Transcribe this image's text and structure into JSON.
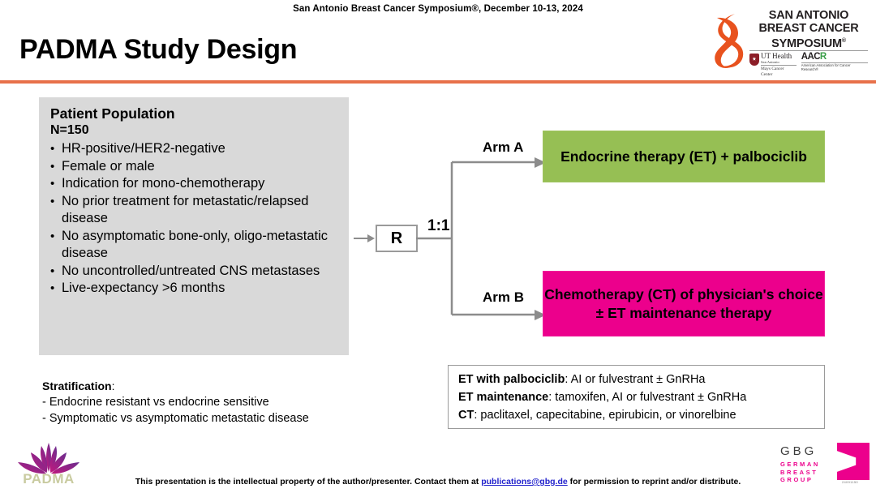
{
  "header": {
    "symposium_line": "San Antonio Breast Cancer Symposium®, December 10-13, 2024",
    "title": "PADMA Study Design",
    "divider_color": "#E8714A",
    "logo": {
      "line1": "SAN ANTONIO",
      "line2": "BREAST CANCER",
      "line3": "SYMPOSIUM",
      "registered_mark": "®",
      "ut_health": "UT Health",
      "ut_sub1": "San Antonio",
      "ut_sub2": "Mays Cancer Center",
      "aacr": "AACR",
      "aacr_sub": "American Association for Cancer Research®"
    }
  },
  "population": {
    "title": "Patient Population",
    "n": "N=150",
    "criteria": [
      "HR-positive/HER2-negative",
      "Female or male",
      "Indication for mono-chemotherapy",
      "No prior treatment for metastatic/relapsed disease",
      "No asymptomatic bone-only, oligo-metastatic disease",
      "No uncontrolled/untreated CNS metastases",
      "Live-expectancy >6 months"
    ],
    "background_color": "#D9D9D9"
  },
  "randomization": {
    "node_label": "R",
    "ratio": "1:1",
    "arm_a_label": "Arm A",
    "arm_b_label": "Arm B"
  },
  "arms": {
    "a": {
      "text": "Endocrine therapy (ET) + palbociclib",
      "color": "#96BF54"
    },
    "b": {
      "text": "Chemotherapy (CT) of physician's choice ± ET maintenance therapy",
      "color": "#EC008C"
    }
  },
  "stratification": {
    "heading": "Stratification",
    "heading_suffix": ":",
    "items": [
      "- Endocrine resistant vs endocrine sensitive",
      "- Symptomatic vs asymptomatic metastatic disease"
    ]
  },
  "legend": {
    "lines": [
      {
        "label": "ET with palbociclib",
        "value": ": AI or fulvestrant ± GnRHa"
      },
      {
        "label": "ET maintenance",
        "value": ": tamoxifen, AI or fulvestrant ± GnRHa"
      },
      {
        "label": "CT",
        "value": ": paclitaxel, capecitabine, epirubicin, or vinorelbine"
      }
    ]
  },
  "footer": {
    "padma_word": "PADMA",
    "text_before": "This presentation is the intellectual property of the author/presenter. Contact them at ",
    "email": "publications@gbg.de",
    "text_after": " for permission to reprint and/or distribute.",
    "gbg_initials": "GBG",
    "gbg_name_line1": "GERMAN",
    "gbg_name_line2": "BREAST",
    "gbg_name_line3": "GROUP",
    "gbg_code": "24091150"
  }
}
